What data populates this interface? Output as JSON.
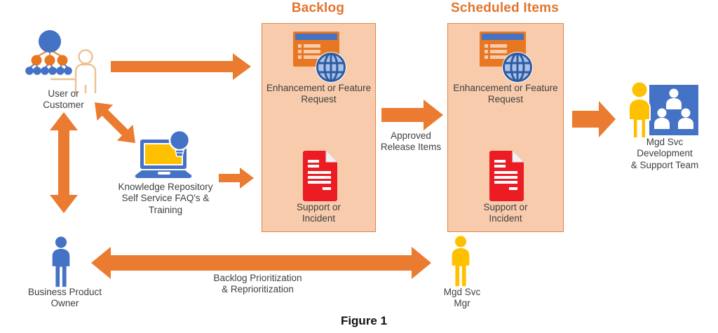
{
  "figure": {
    "caption": "Figure 1"
  },
  "palette": {
    "arrow_orange": "#eb7b30",
    "box_fill": "#f8cbad",
    "box_border": "#dd8647",
    "title_orange": "#e2752d",
    "brand_blue": "#4472c4",
    "accent_yellow": "#ffc000",
    "doc_red": "#ec1c24",
    "text_gray": "#3f3f3f",
    "outline_tan": "#eec092"
  },
  "actors": {
    "user_customer": "User or\nCustomer",
    "knowledge_repository": "Knowledge Repository\nSelf Service FAQ's &\nTraining",
    "business_product_owner": "Business Product\nOwner",
    "mgd_svc_mgr": "Mgd Svc\nMgr",
    "mgd_svc_team": "Mgd Svc\nDevelopment\n& Support Team"
  },
  "backlog": {
    "title": "Backlog",
    "items": [
      {
        "label": "Enhancement or Feature\nRequest"
      },
      {
        "label": "Support or\nIncident"
      }
    ]
  },
  "scheduled_items": {
    "title": "Scheduled Items",
    "items": [
      {
        "label": "Enhancement or Feature\nRequest"
      },
      {
        "label": "Support or\nIncident"
      }
    ]
  },
  "flows": {
    "approved_release_items": "Approved\nRelease Items",
    "backlog_prioritization": "Backlog Prioritization\n& Reprioritization"
  }
}
